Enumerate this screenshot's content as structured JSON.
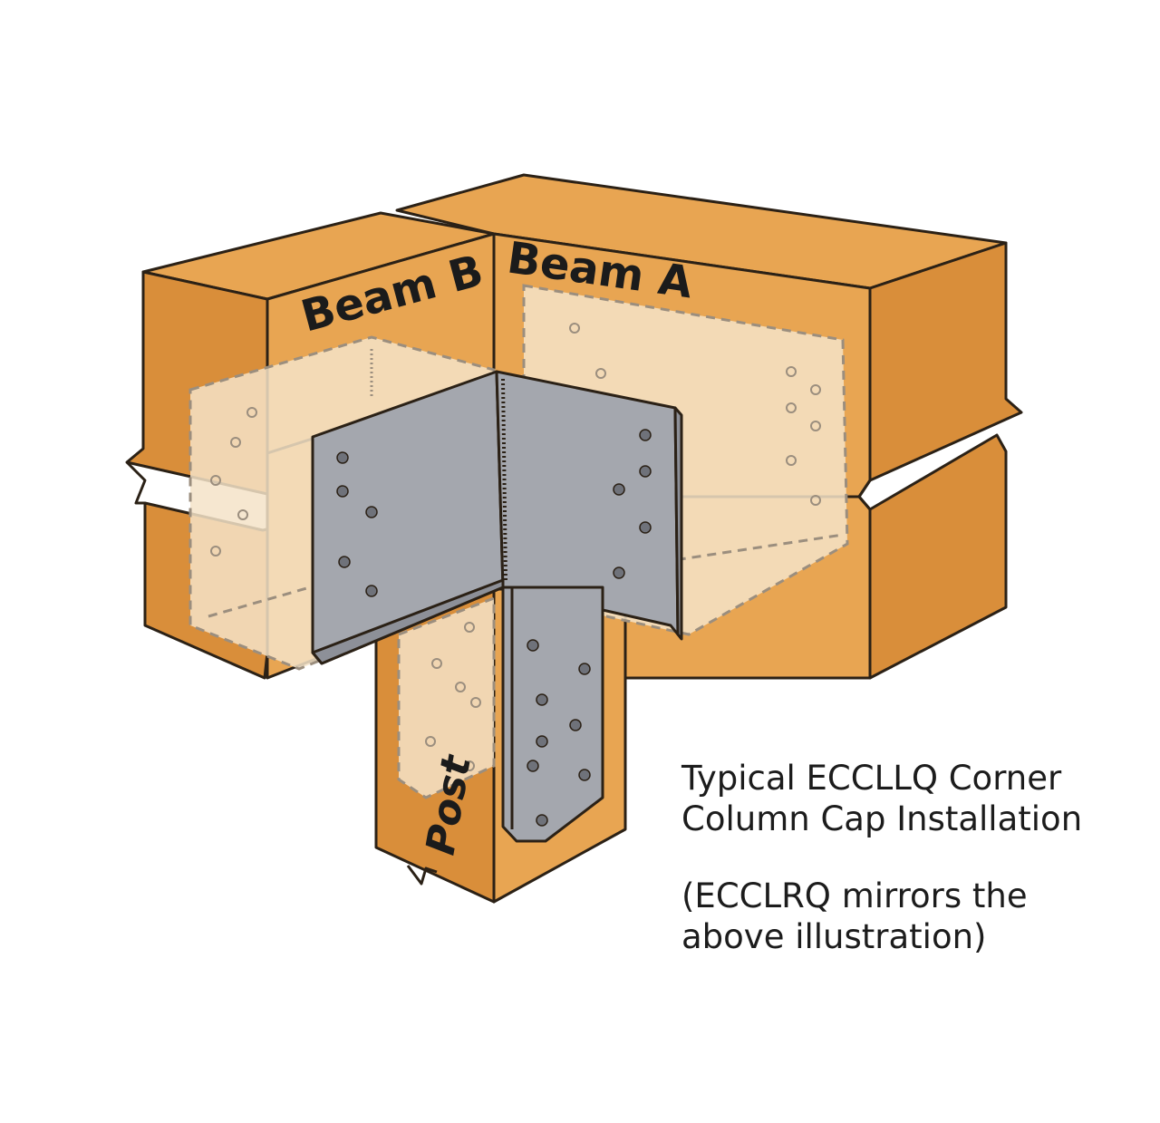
{
  "diagram": {
    "labels": {
      "beam_a": "Beam A",
      "beam_b": "Beam B",
      "post": "Post"
    },
    "caption": {
      "line1": "Typical ECCLLQ Corner",
      "line2": "Column Cap Installation",
      "note_line1": "(ECCLRQ mirrors the",
      "note_line2": "above illustration)"
    },
    "colors": {
      "wood": "#e8a552",
      "wood_dark": "#d98e3a",
      "hidden_plate": "#f5e3c8",
      "steel": "#a4a7ae",
      "steel_dark": "#8d9098",
      "outline": "#2b2116"
    }
  }
}
